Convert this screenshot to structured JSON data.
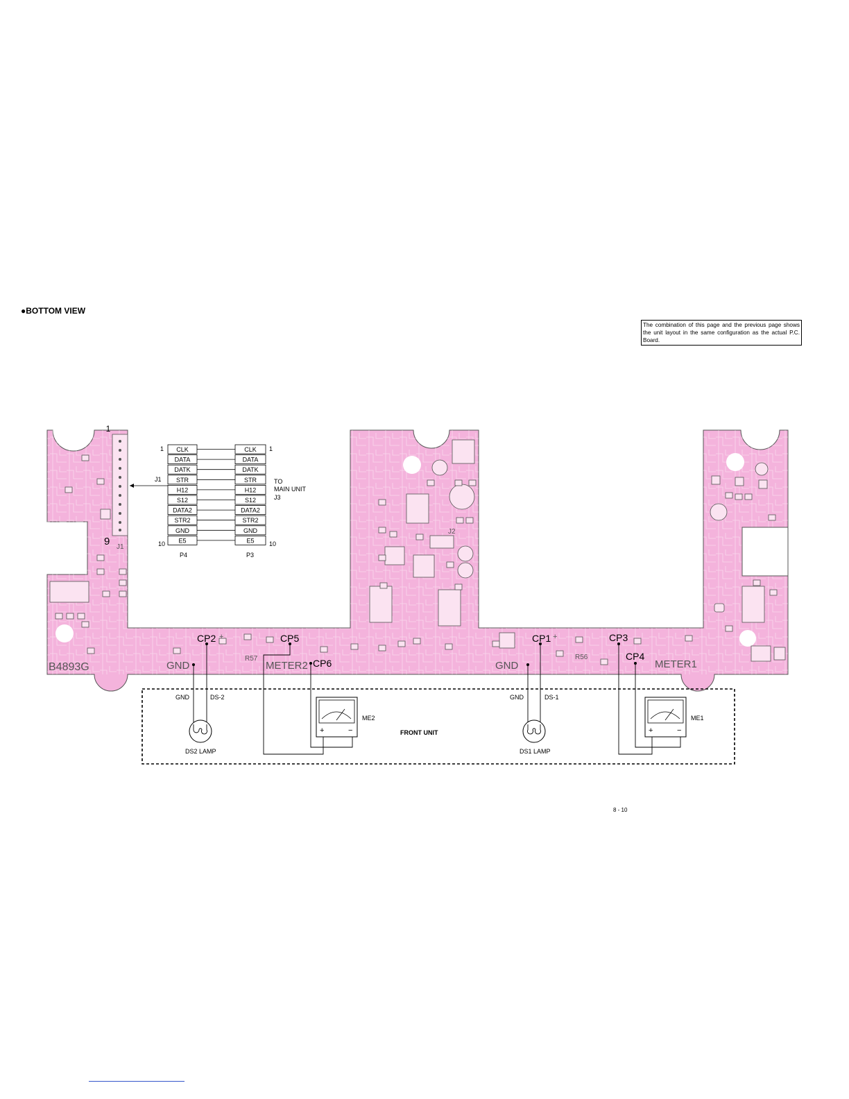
{
  "page": {
    "section_title": "BOTTOM VIEW",
    "note": "The combination of this page and the previous page shows the unit layout in the same configuration as the actual P.C. Board.",
    "page_number": "8 - 10"
  },
  "colors": {
    "board_pink": "#f4b3dc",
    "silkscreen": "#555555",
    "trace": "#ffffff"
  },
  "connector": {
    "j1_label": "J1",
    "header_label": "J1",
    "pin_first_top": "1",
    "pin_last_bottom": "9",
    "left_plug_label": "P4",
    "right_plug_label": "P3",
    "left_first_num": "1",
    "left_last_num": "10",
    "right_first_num": "1",
    "right_last_num": "10",
    "dest_line1": "TO",
    "dest_line2": "MAIN UNIT",
    "dest_line3": "J3",
    "left_pins": [
      "CLK",
      "DATA",
      "DATK",
      "STR",
      "H12",
      "S12",
      "DATA2",
      "STR2",
      "GND",
      "E5"
    ],
    "right_pins": [
      "CLK",
      "DATA",
      "DATK",
      "STR",
      "H12",
      "S12",
      "DATA2",
      "STR2",
      "GND",
      "E5"
    ]
  },
  "board": {
    "part_number": "B4893G",
    "gnd_left": "GND",
    "gnd_right": "GND",
    "meter2_label": "METER2",
    "meter1_label": "METER1",
    "cp2": "CP2",
    "cp5": "CP5",
    "cp6": "CP6",
    "cp1": "CP1",
    "cp3": "CP3",
    "cp4": "CP4",
    "r57": "R57",
    "r56": "R56",
    "j2": "J2",
    "plus_left": "+",
    "plus_right": "+"
  },
  "front_unit": {
    "title": "FRONT UNIT",
    "gnd_left": "GND",
    "ds2": "DS-2",
    "gnd_right": "GND",
    "ds1": "DS-1",
    "ds2_lamp": "DS2 LAMP",
    "ds1_lamp": "DS1 LAMP",
    "me2": "ME2",
    "me1": "ME1",
    "meter_plus": "+",
    "meter_minus": "−"
  }
}
